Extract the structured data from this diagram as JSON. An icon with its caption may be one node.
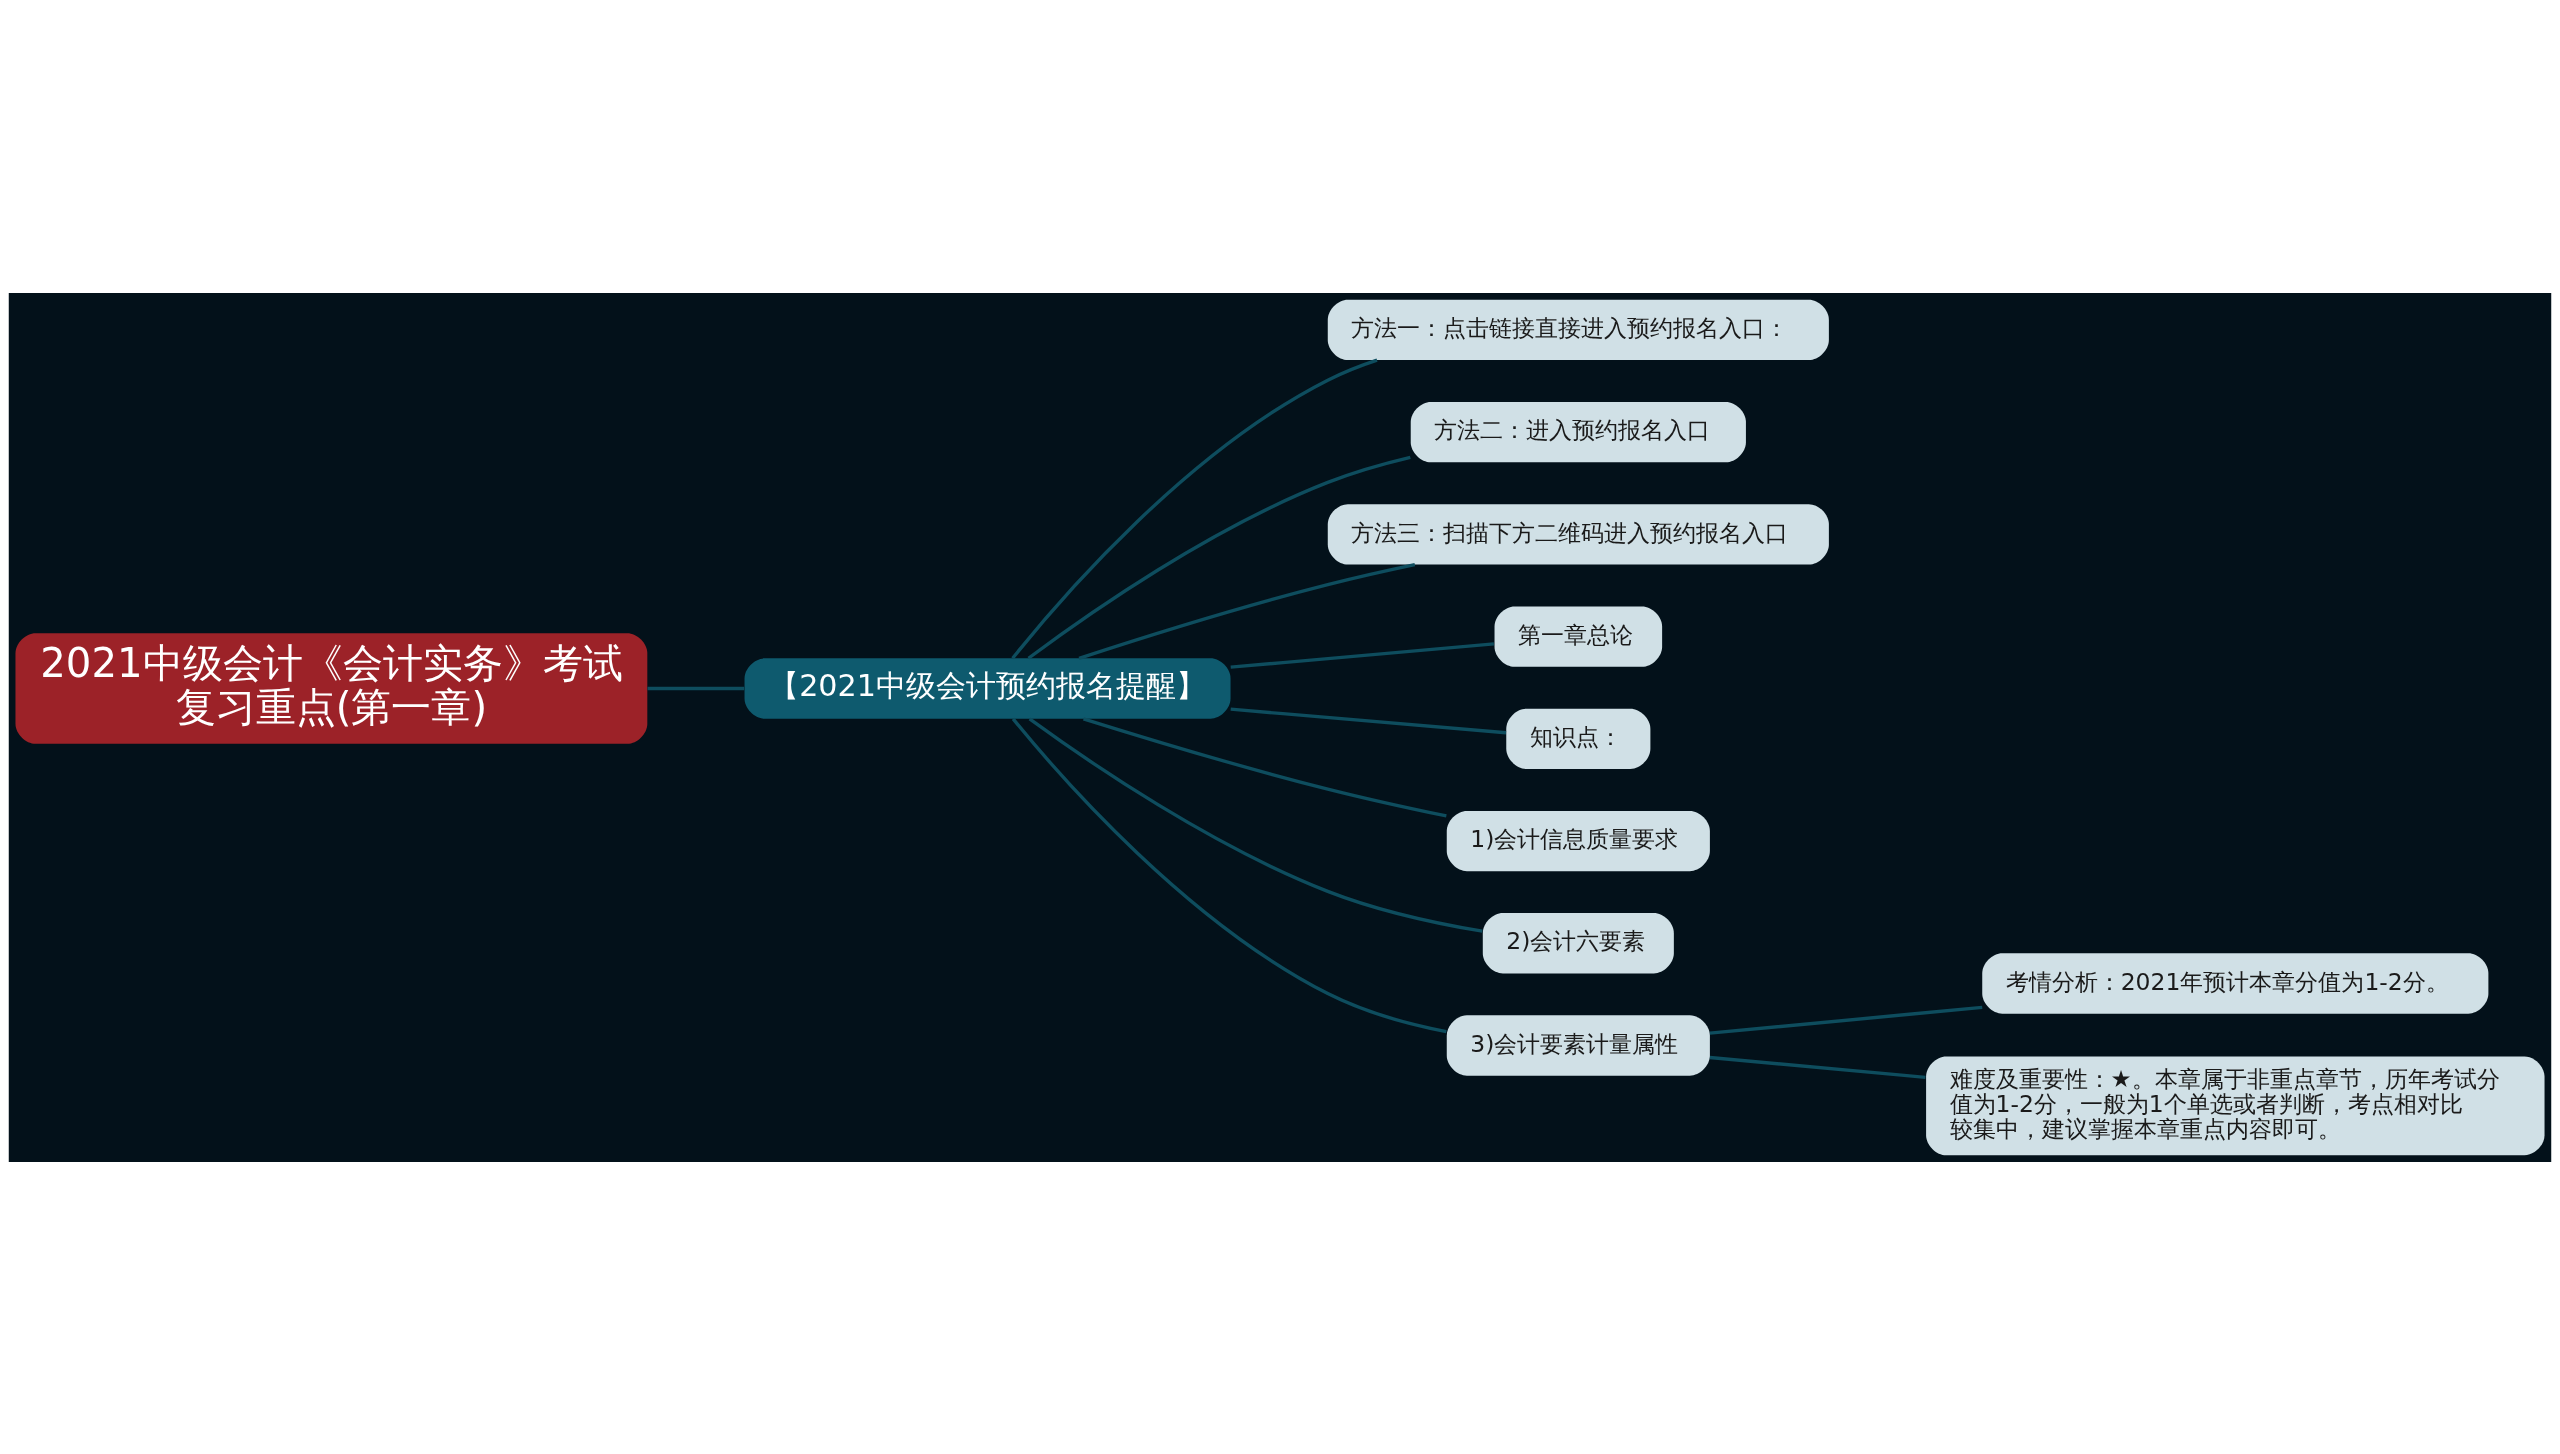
{
  "diagram": {
    "nodes": [
      {
        "text": [
          "2021中级会计《会计实务》考试复习重点(第一章)"
        ]
      },
      {
        "text": [
          "【2021中级会计预约报名提醒】"
        ]
      },
      {
        "text": [
          "方法一：点击链接直接进入预约报名入口："
        ]
      },
      {
        "text": [
          "方法二：进入预约报名入口"
        ]
      },
      {
        "text": [
          "方法三：扫描下方二维码进入预约报名入口"
        ]
      },
      {
        "text": [
          "第一章总论"
        ]
      },
      {
        "text": [
          "知识点："
        ]
      },
      {
        "text": [
          "1)会计信息质量要求"
        ]
      },
      {
        "text": [
          "2)会计六要素"
        ]
      },
      {
        "text": [
          "3)会计要素计量属性"
        ]
      },
      {
        "text": [
          "考情分析：2021年预计本章分值为1-2分。"
        ]
      },
      {
        "text": [
          "难度及重要性：★。本章属于非重点章节，历年考试分值为1-2分，一般为1个单选或者判断，考点相对比较集中，建议掌握本章重点内容即可。"
        ]
      }
    ],
    "edges": [
      {
        "from": 0,
        "to": 1,
        "arrow": "none"
      },
      {
        "from": 1,
        "to": 2,
        "arrow": "none"
      },
      {
        "from": 1,
        "to": 3,
        "arrow": "none"
      },
      {
        "from": 1,
        "to": 4,
        "arrow": "none"
      },
      {
        "from": 1,
        "to": 5,
        "arrow": "none"
      },
      {
        "from": 1,
        "to": 6,
        "arrow": "none"
      },
      {
        "from": 1,
        "to": 7,
        "arrow": "none"
      },
      {
        "from": 1,
        "to": 8,
        "arrow": "none"
      },
      {
        "from": 1,
        "to": 9,
        "arrow": "none"
      },
      {
        "from": 9,
        "to": 10,
        "arrow": "none"
      },
      {
        "from": 9,
        "to": 11,
        "arrow": "none"
      }
    ]
  }
}
